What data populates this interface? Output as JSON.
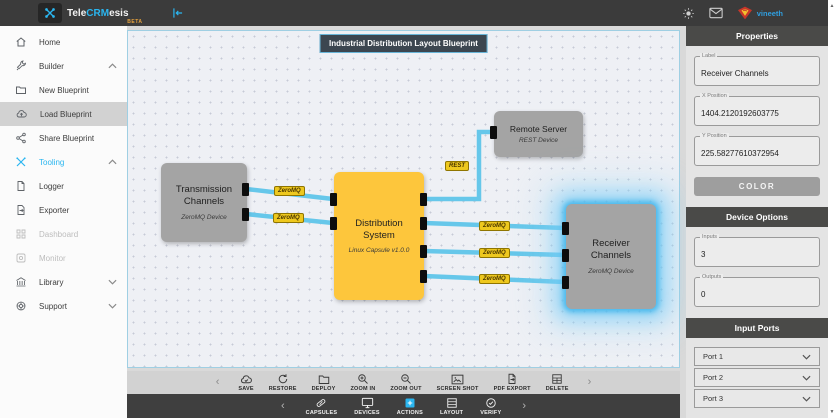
{
  "header": {
    "brand_prefix": "Tele",
    "brand_accent": "CRM",
    "brand_suffix": "esis",
    "brand_badge": "BETA",
    "username": "vineeth"
  },
  "sidebar": {
    "items": [
      {
        "label": "Home"
      },
      {
        "label": "Builder"
      },
      {
        "label": "New Blueprint"
      },
      {
        "label": "Load Blueprint"
      },
      {
        "label": "Share Blueprint"
      },
      {
        "label": "Tooling"
      },
      {
        "label": "Logger"
      },
      {
        "label": "Exporter"
      },
      {
        "label": "Dashboard"
      },
      {
        "label": "Monitor"
      },
      {
        "label": "Library"
      },
      {
        "label": "Support"
      }
    ]
  },
  "canvas": {
    "title": "Industrial Distribution Layout Blueprint",
    "nodes": {
      "transmission": {
        "label": "Transmission Channels",
        "sublabel": "ZeroMQ Device"
      },
      "distribution": {
        "label": "Distribution System",
        "sublabel": "Linux Capsule v1.0.0"
      },
      "remote": {
        "label": "Remote Server",
        "sublabel": "REST Device"
      },
      "receiver": {
        "label": "Receiver Channels",
        "sublabel": "ZeroMQ Device"
      }
    },
    "connection_labels": {
      "t1": "ZeroMQ",
      "t2": "ZeroMQ",
      "rest": "REST",
      "r1": "ZeroMQ",
      "r2": "ZeroMQ",
      "r3": "ZeroMQ"
    },
    "colors": {
      "wire": "#66c7ea",
      "node_gray": "#a4a4a4",
      "node_yellow": "#fdc63c",
      "selection_glow": "#59c2f0",
      "label_badge": "#eec81e"
    }
  },
  "toolbar_primary": {
    "items": [
      {
        "label": "SAVE"
      },
      {
        "label": "RESTORE"
      },
      {
        "label": "DEPLOY"
      },
      {
        "label": "ZOOM IN"
      },
      {
        "label": "ZOOM OUT"
      },
      {
        "label": "SCREEN SHOT"
      },
      {
        "label": "PDF EXPORT"
      },
      {
        "label": "DELETE"
      }
    ]
  },
  "toolbar_secondary": {
    "items": [
      {
        "label": "CAPSULES"
      },
      {
        "label": "DEVICES"
      },
      {
        "label": "ACTIONS"
      },
      {
        "label": "LAYOUT"
      },
      {
        "label": "VERIFY"
      }
    ],
    "active_item": "ACTIONS",
    "accent_color": "#2ab6f0"
  },
  "properties_panel": {
    "title": "Properties",
    "fields": {
      "label": {
        "name": "Label",
        "value": "Receiver Channels"
      },
      "x": {
        "name": "X Position",
        "value": "1404.2120192603775"
      },
      "y": {
        "name": "Y Position",
        "value": "225.58277610372954"
      }
    },
    "color_button": "COLOR",
    "device_options": {
      "title": "Device Options",
      "inputs": {
        "name": "Inputs",
        "value": "3"
      },
      "outputs": {
        "name": "Outputs",
        "value": "0"
      }
    },
    "input_ports": {
      "title": "Input Ports",
      "ports": [
        "Port 1",
        "Port 2",
        "Port 3"
      ]
    }
  }
}
